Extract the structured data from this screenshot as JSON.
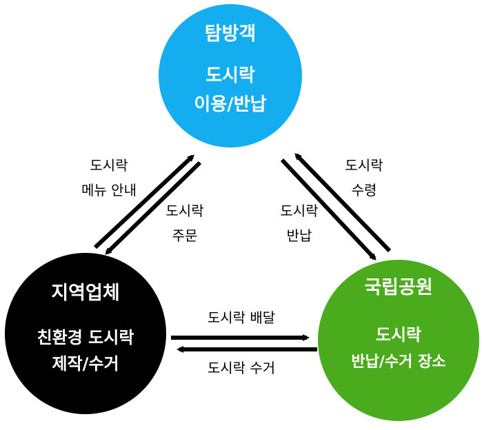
{
  "colors": {
    "visitor": "#14adf0",
    "vendor": "#000000",
    "park": "#4aab1c",
    "text_on_node": "#ffffff",
    "arrow": "#000000"
  },
  "nodes": {
    "visitor": {
      "title": "탐방객",
      "line1": "도시락",
      "line2": "이용/반납"
    },
    "vendor": {
      "title": "지역업체",
      "line1": "친환경 도시락",
      "line2": "제작/수거"
    },
    "park": {
      "title": "국립공원",
      "line1": "도시락",
      "line2": "반납/수거 장소"
    }
  },
  "edges": {
    "vendor_to_visitor": {
      "line1": "도시락",
      "line2": "메뉴 안내"
    },
    "visitor_to_vendor": {
      "line1": "도시락",
      "line2": "주문"
    },
    "visitor_to_park": {
      "line1": "도시락",
      "line2": "반납"
    },
    "park_to_visitor": {
      "line1": "도시락",
      "line2": "수령"
    },
    "vendor_to_park": {
      "line1": "도시락 배달"
    },
    "park_to_vendor": {
      "line1": "도시락 수거"
    }
  }
}
